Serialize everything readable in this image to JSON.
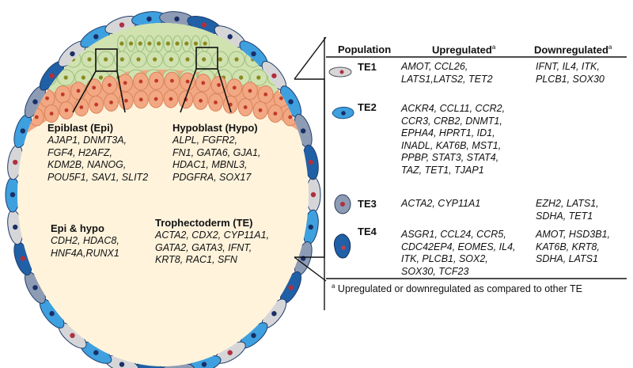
{
  "colors": {
    "epiblast": "#cfe2b0",
    "epiblast_nucleus": "#8a8a1f",
    "hypoblast": "#f2a882",
    "hypoblast_nucleus": "#c0392b",
    "blastocoel": "#fff3dc",
    "te_light": "#d6d6d9",
    "te_blue": "#3ea0df",
    "te_slate": "#8d9cb4",
    "te_navy": "#2060a6",
    "te_nucleus_dark": "#1a2f66"
  },
  "labels": {
    "epiblast": {
      "title": "Epiblast (Epi)",
      "genes": [
        "AJAP1, DNMT3A,",
        "FGF4, H2AFZ,",
        "KDM2B, NANOG,",
        "POU5F1, SAV1, SLIT2"
      ]
    },
    "hypoblast": {
      "title": "Hypoblast  (Hypo)",
      "genes": [
        "ALPL, FGFR2,",
        "FN1, GATA6, GJA1,",
        "HDAC1, MBNL3,",
        "PDGFRA, SOX17"
      ]
    },
    "epi_hypo": {
      "title": "Epi & hypo",
      "genes": [
        "CDH2, HDAC8,",
        "HNF4A,RUNX1"
      ]
    },
    "trophectoderm": {
      "title": "Trophectoderm (TE)",
      "genes": [
        "ACTA2, CDX2, CYP11A1,",
        "GATA2, GATA3, IFNT,",
        "KRT8, RAC1, SFN"
      ]
    }
  },
  "table": {
    "headers": {
      "population": "Population",
      "upregulated": "Upregulated",
      "downregulated": "Downregulated",
      "marker": "a"
    },
    "rows": [
      {
        "name": "TE1",
        "icon": "light-gray-cell-icon",
        "up": [
          "AMOT, CCL26,",
          "LATS1,LATS2, TET2"
        ],
        "down": [
          "IFNT, IL4, ITK,",
          "PLCB1, SOX30"
        ]
      },
      {
        "name": "TE2",
        "icon": "blue-cell-icon",
        "up": [
          "ACKR4, CCL11, CCR2,",
          "CCR3, CRB2, DNMT1,",
          "EPHA4, HPRT1, ID1,",
          "INADL, KAT6B, MST1,",
          "PPBP, STAT3, STAT4,",
          "TAZ, TET1, TJAP1"
        ],
        "down": []
      },
      {
        "name": "TE3",
        "icon": "slate-cell-icon",
        "up": [
          "ACTA2, CYP11A1"
        ],
        "down": [
          "EZH2, LATS1,",
          "SDHA, TET1"
        ]
      },
      {
        "name": "TE4",
        "icon": "navy-cell-icon",
        "up": [
          "ASGR1, CCL24, CCR5,",
          "CDC42EP4, EOMES, IL4,",
          "ITK, PLCB1, SOX2,",
          "SOX30, TCF23"
        ],
        "down": [
          "AMOT, HSD3B1,",
          "KAT6B, KRT8,",
          "SDHA, LATS1"
        ]
      }
    ],
    "footnote": {
      "marker": "a",
      "text": " Upregulated or downregulated as compared to other TE"
    }
  }
}
